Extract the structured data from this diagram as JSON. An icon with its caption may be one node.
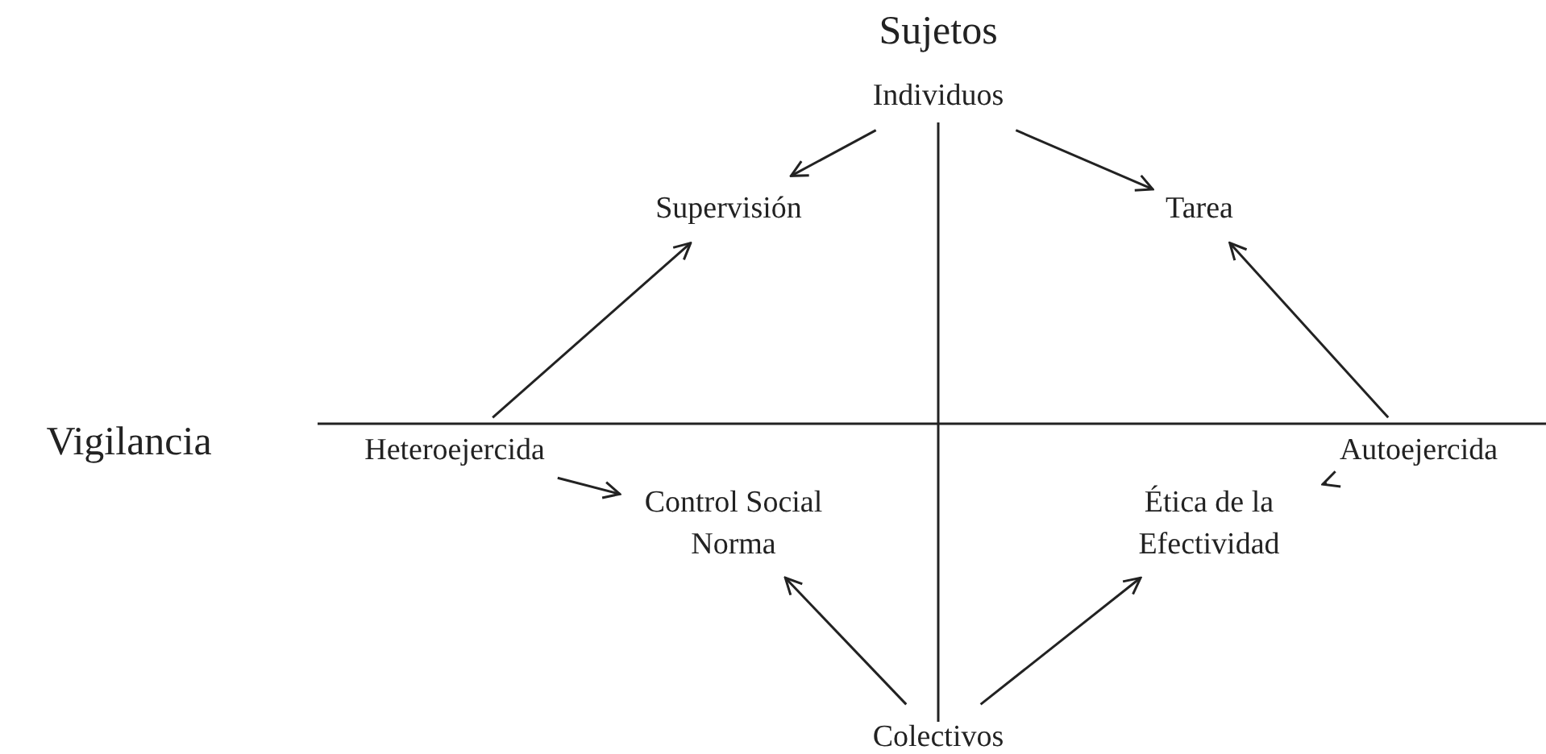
{
  "diagram": {
    "nodes": [
      {
        "text": [
          "Individuos"
        ]
      },
      {
        "text": [
          "Supervisión"
        ]
      },
      {
        "text": [
          "Tarea"
        ]
      },
      {
        "text": [
          "Heteroejercida"
        ]
      },
      {
        "text": [
          "Autoejercida"
        ]
      },
      {
        "text": [
          "Control Social Norma"
        ]
      },
      {
        "text": [
          "Ética de la Efectividad"
        ]
      },
      {
        "text": [
          "Colectivos"
        ]
      }
    ],
    "edges": [
      {
        "from": 0,
        "to": 1,
        "arrow": "to"
      },
      {
        "from": 0,
        "to": 2,
        "arrow": "to"
      },
      {
        "from": 3,
        "to": 1,
        "arrow": "to"
      },
      {
        "from": 4,
        "to": 2,
        "arrow": "to"
      },
      {
        "from": 3,
        "to": 5,
        "arrow": "to"
      },
      {
        "from": 4,
        "to": 6,
        "arrow": "to"
      },
      {
        "from": 7,
        "to": 5,
        "arrow": "to"
      },
      {
        "from": 7,
        "to": 6,
        "arrow": "to"
      }
    ],
    "labels": [
      "Sujetos",
      "Vigilancia"
    ]
  }
}
